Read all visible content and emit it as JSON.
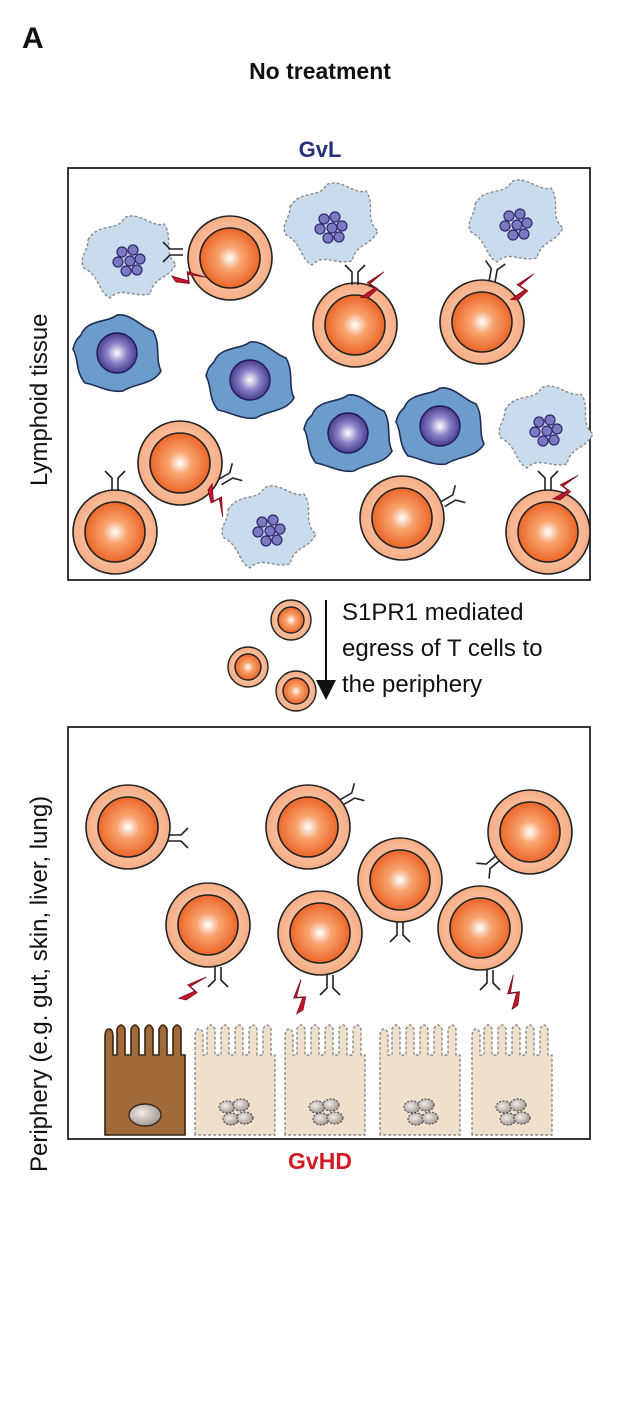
{
  "panel_letter": "A",
  "title": "No treatment",
  "top_label": "GvL",
  "bottom_label": "GvHD",
  "top_region_label": "Lymphoid tissue",
  "bottom_region_label": "Periphery (e.g. gut, skin, liver, lung)",
  "egress_text": [
    "S1PR1 mediated",
    "egress of T cells to",
    "the periphery"
  ],
  "colors": {
    "gvl": "#26307a",
    "gvhd": "#d11a24",
    "t_cell": "#f07a3c",
    "dendritic_cell": "#c9dcee",
    "tumor_cell": "#6c9ccc",
    "lightning": "#c0182a",
    "epithelial_damaged": "#a06a3a",
    "epithelial_normal": "#efe0cc"
  }
}
